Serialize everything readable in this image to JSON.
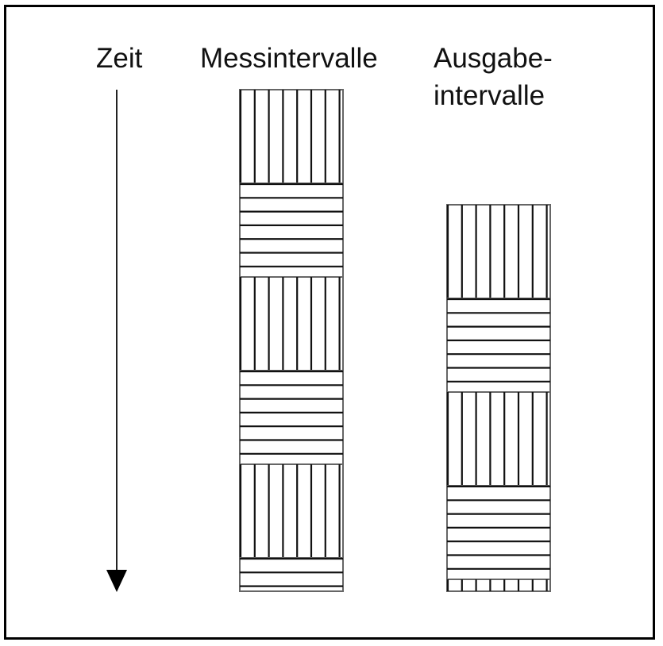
{
  "labels": {
    "time": "Zeit",
    "measurement": "Messintervalle",
    "output_line1": "Ausgabe-",
    "output_line2": "intervalle"
  },
  "columns": {
    "measurement": {
      "pattern": [
        "vertical",
        "horizontal",
        "vertical",
        "horizontal",
        "vertical",
        "horizontal-partial"
      ]
    },
    "output": {
      "pattern": [
        "vertical",
        "horizontal",
        "vertical",
        "horizontal",
        "vertical-partial"
      ]
    }
  },
  "colors": {
    "line": "#111111",
    "background": "#ffffff"
  }
}
